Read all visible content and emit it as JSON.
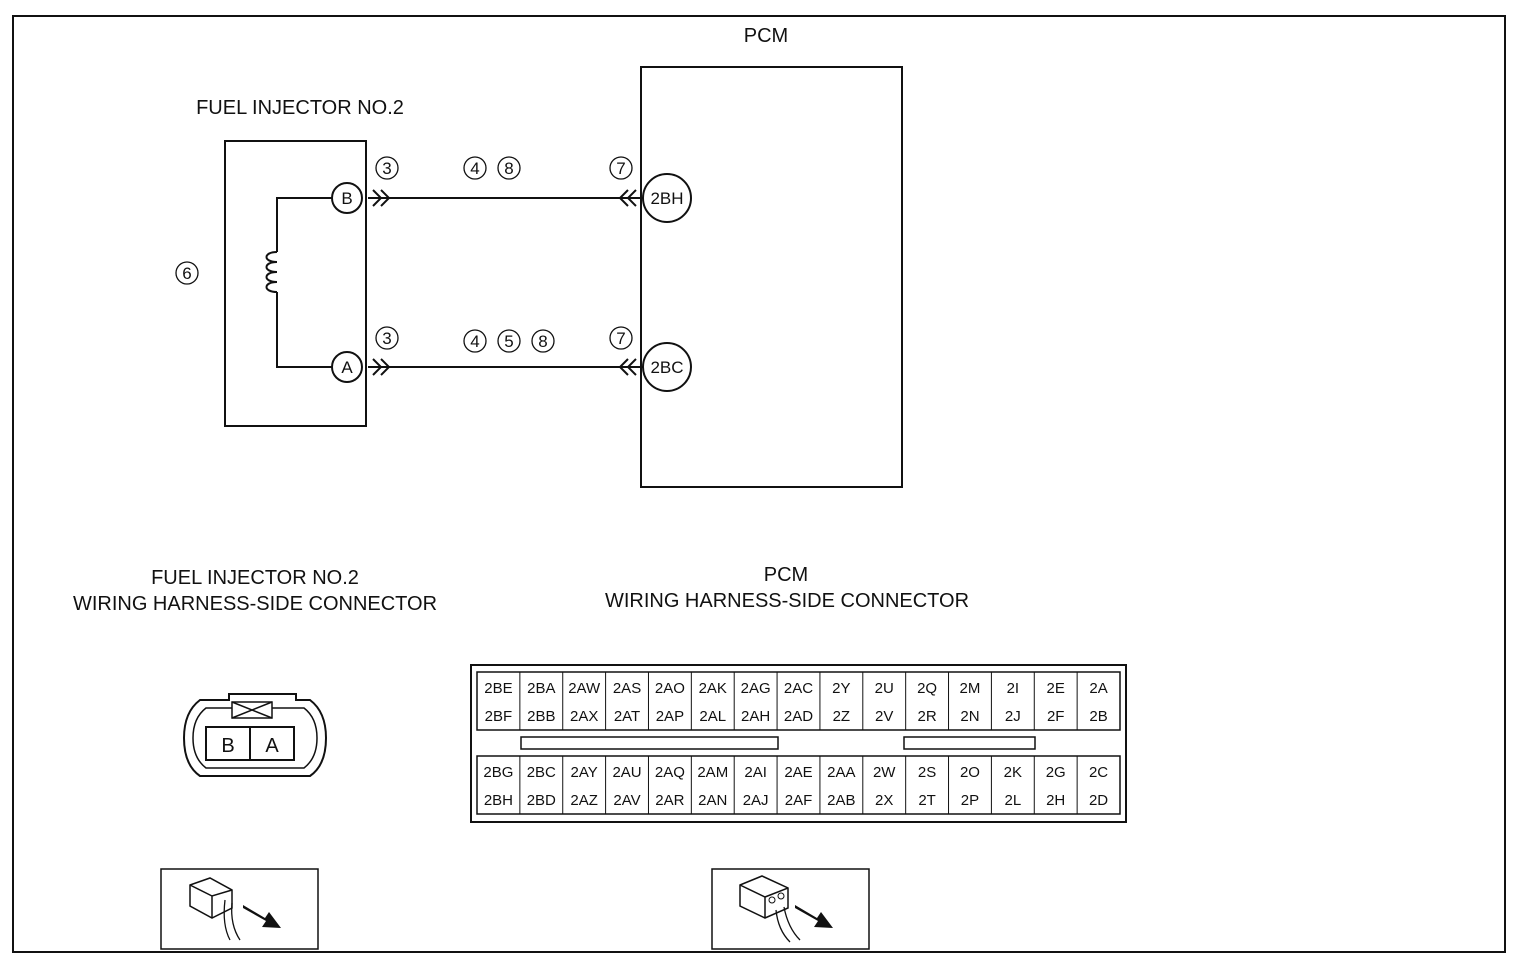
{
  "pcm_label": "PCM",
  "injector_label": "FUEL INJECTOR NO.2",
  "terminals": {
    "injector_b": "B",
    "injector_a": "A",
    "pcm_top": "2BH",
    "pcm_bottom": "2BC"
  },
  "callouts": {
    "top_left": "3",
    "top_mid": [
      "4",
      "8"
    ],
    "top_right": "7",
    "coil": "6",
    "bottom_left": "3",
    "bottom_mid": [
      "4",
      "5",
      "8"
    ],
    "bottom_right": "7"
  },
  "injector_connector": {
    "title_line1": "FUEL INJECTOR NO.2",
    "title_line2": "WIRING HARNESS-SIDE CONNECTOR",
    "pins": [
      "B",
      "A"
    ]
  },
  "pcm_connector": {
    "title_line1": "PCM",
    "title_line2": "WIRING HARNESS-SIDE CONNECTOR",
    "top_row1": [
      "2BE",
      "2BA",
      "2AW",
      "2AS",
      "2AO",
      "2AK",
      "2AG",
      "2AC",
      "2Y",
      "2U",
      "2Q",
      "2M",
      "2I",
      "2E",
      "2A"
    ],
    "top_row2": [
      "2BF",
      "2BB",
      "2AX",
      "2AT",
      "2AP",
      "2AL",
      "2AH",
      "2AD",
      "2Z",
      "2V",
      "2R",
      "2N",
      "2J",
      "2F",
      "2B"
    ],
    "bottom_row1": [
      "2BG",
      "2BC",
      "2AY",
      "2AU",
      "2AQ",
      "2AM",
      "2AI",
      "2AE",
      "2AA",
      "2W",
      "2S",
      "2O",
      "2K",
      "2G",
      "2C"
    ],
    "bottom_row2": [
      "2BH",
      "2BD",
      "2AZ",
      "2AV",
      "2AR",
      "2AN",
      "2AJ",
      "2AF",
      "2AB",
      "2X",
      "2T",
      "2P",
      "2L",
      "2H",
      "2D"
    ]
  }
}
